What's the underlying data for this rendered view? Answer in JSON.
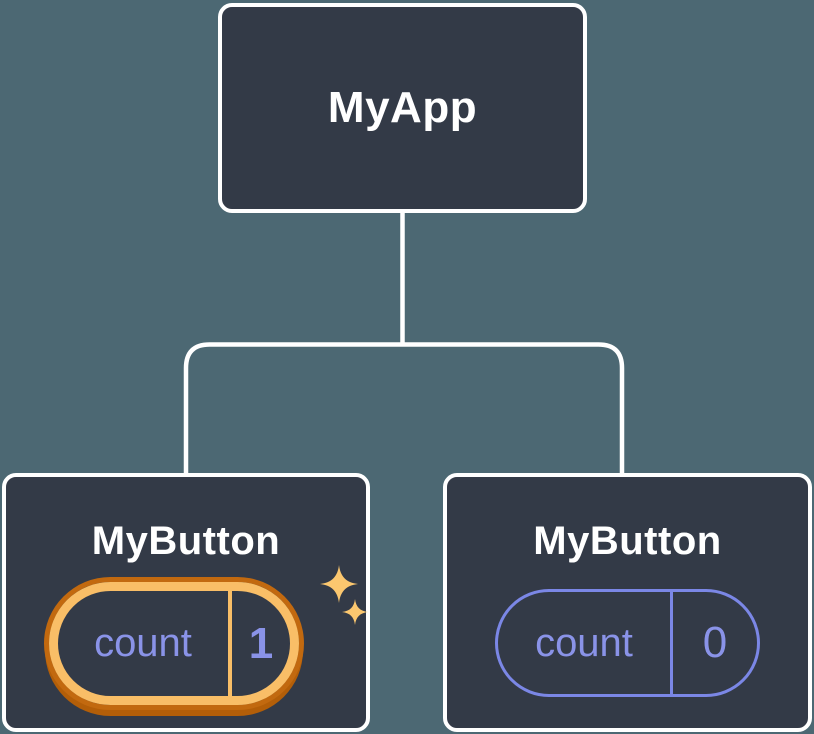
{
  "diagram": {
    "root_node": {
      "label": "MyApp"
    },
    "child_nodes": [
      {
        "label": "MyButton",
        "state": {
          "key": "count",
          "value": "1"
        },
        "highlighted": true
      },
      {
        "label": "MyButton",
        "state": {
          "key": "count",
          "value": "0"
        },
        "highlighted": false
      }
    ],
    "icons": {
      "highlight_large": "sparkle-icon",
      "highlight_small": "sparkle-icon"
    },
    "colors": {
      "background": "#4C6873",
      "node_fill": "#333A47",
      "node_border": "#FFFFFF",
      "connector": "#FFFFFF",
      "label_text": "#FFFFFF",
      "state_text": "#8A93E8",
      "state_border": "#7B87E6",
      "highlight_gold": "#F9BE67",
      "highlight_orange": "#C2690F",
      "sparkle": "#FBC76F"
    }
  }
}
